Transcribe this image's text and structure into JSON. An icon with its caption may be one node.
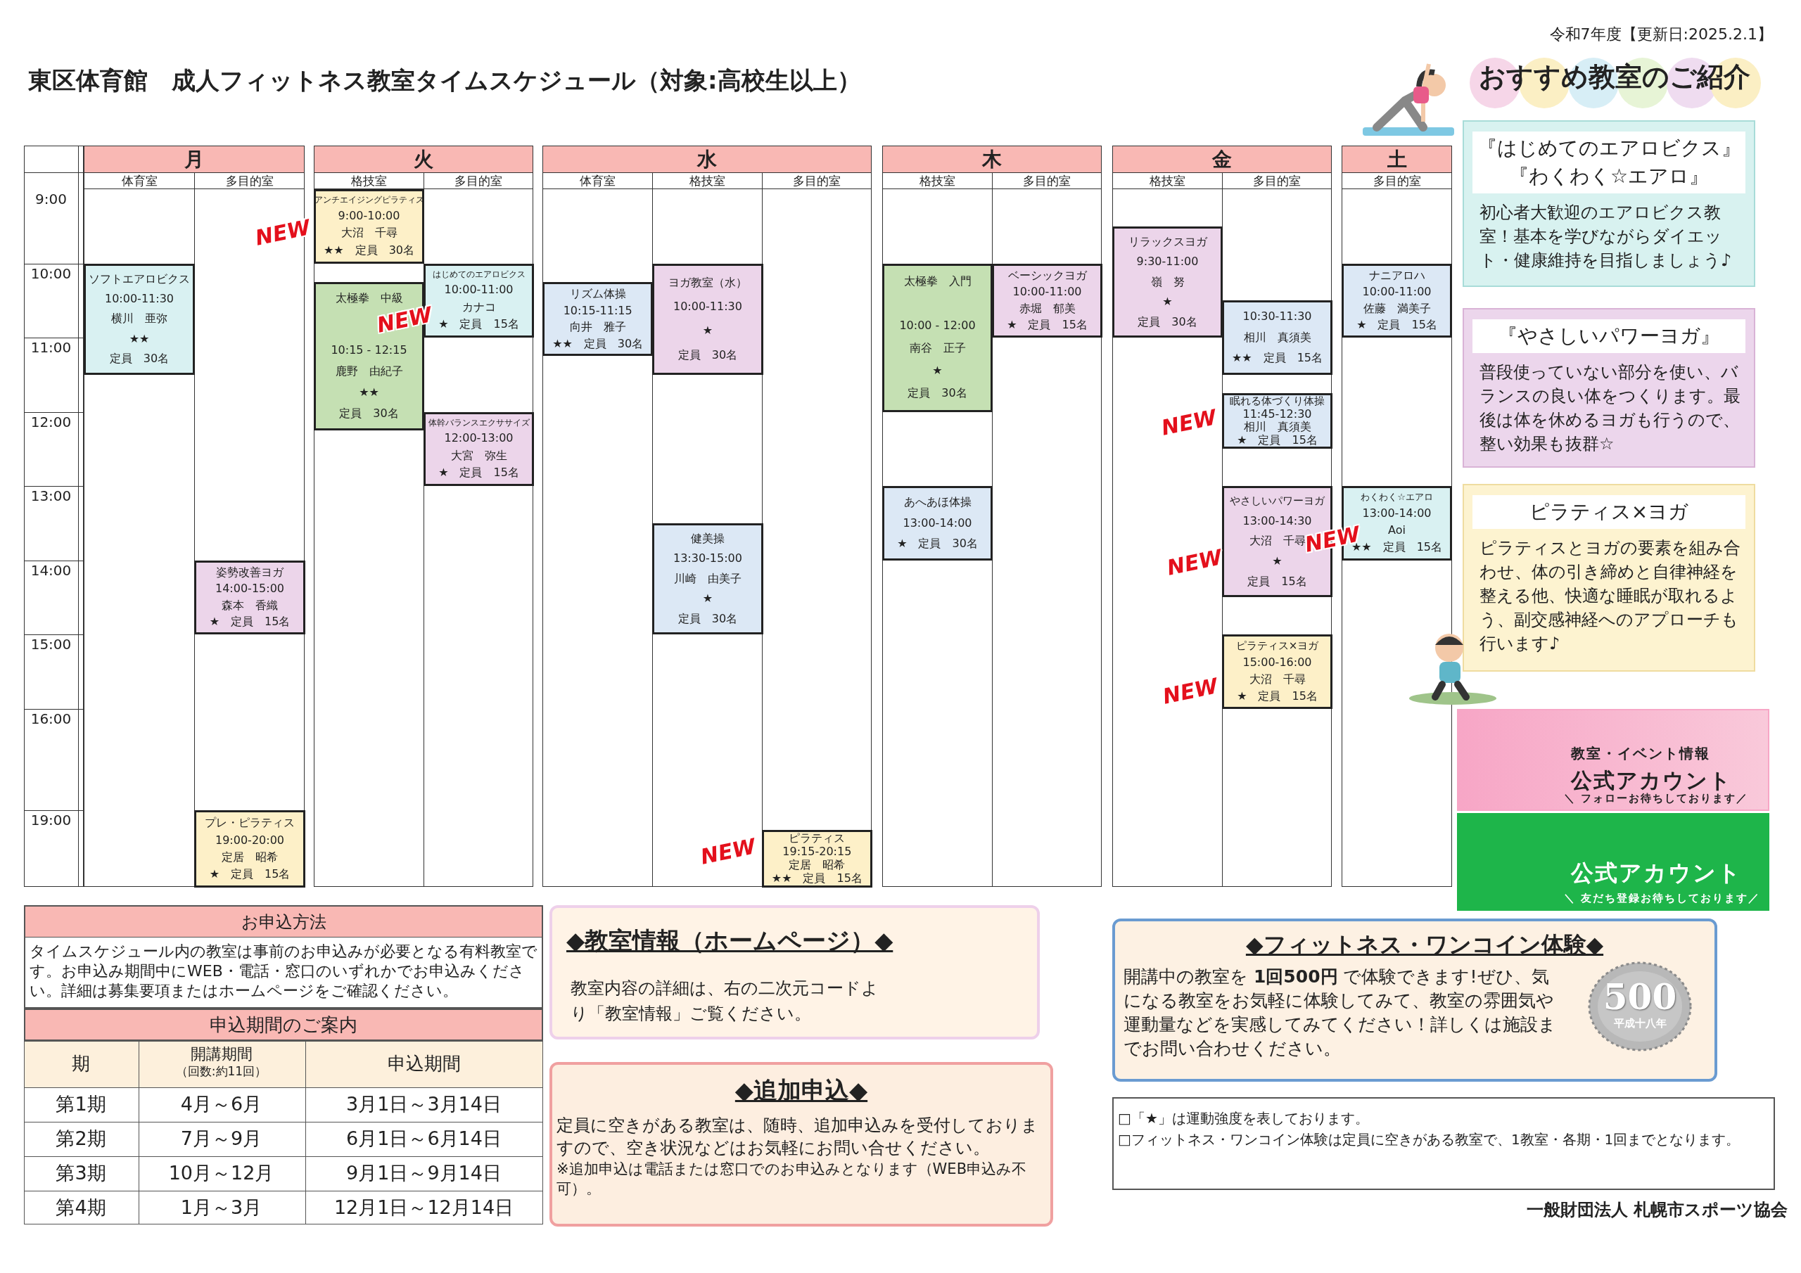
{
  "diagram": {
    "title": "東区体育館　成人フィットネス教室タイムスケジュール（対象:高校生以上）",
    "nodes": [
      {
        "text": [
          "月"
        ]
      },
      {
        "text": [
          "体育室"
        ],
        "in": 0
      },
      {
        "text": [
          "多目的室"
        ],
        "in": 0
      },
      {
        "text": [
          "ソフトエアロビクス",
          "10:00-11:30",
          "横川　亜弥",
          "★★",
          "定員　30名"
        ],
        "in": 1
      },
      {
        "text": [
          "姿勢改善ヨガ",
          "14:00-15:00",
          "森本　香織",
          "★　定員　15名"
        ],
        "in": 2
      },
      {
        "text": [
          "プレ・ピラティス",
          "19:00-20:00",
          "定居　昭希",
          "★　定員　15名"
        ],
        "in": 2
      },
      {
        "text": [
          "火"
        ]
      },
      {
        "text": [
          "格技室"
        ],
        "in": 6
      },
      {
        "text": [
          "多目的室"
        ],
        "in": 6
      },
      {
        "text": [
          "アンチエイジングピラティス",
          "9:00-10:00",
          "大沼　千尋",
          "★★　定員　30名"
        ],
        "in": 7,
        "beside": [
          "NEW"
        ]
      },
      {
        "text": [
          "太極拳　中級",
          "10:15 - 12:15",
          "鹿野　由紀子",
          "★★",
          "定員　30名"
        ],
        "in": 7
      },
      {
        "text": [
          "はじめてのエアロビクス",
          "10:00-11:00",
          "カナコ",
          "★　定員　15名"
        ],
        "in": 8,
        "beside": [
          "NEW"
        ]
      },
      {
        "text": [
          "体幹バランスエクササイズ",
          "12:00-13:00",
          "大宮　弥生",
          "★　定員　15名"
        ],
        "in": 8
      },
      {
        "text": [
          "水"
        ]
      },
      {
        "text": [
          "体育室"
        ],
        "in": 13
      },
      {
        "text": [
          "格技室"
        ],
        "in": 13
      },
      {
        "text": [
          "多目的室"
        ],
        "in": 13
      },
      {
        "text": [
          "リズム体操",
          "10:15-11:15",
          "向井　雅子",
          "★★　定員　30名"
        ],
        "in": 14
      },
      {
        "text": [
          "ヨガ教室（水）",
          "10:00-11:30",
          "★",
          "定員　30名"
        ],
        "in": 15
      },
      {
        "text": [
          "健美操",
          "13:30-15:00",
          "川崎　由美子",
          "★",
          "定員　30名"
        ],
        "in": 15
      },
      {
        "text": [
          "ピラティス",
          "19:15-20:15",
          "定居　昭希",
          "★★　定員　15名"
        ],
        "in": 16,
        "beside": [
          "NEW"
        ]
      },
      {
        "text": [
          "木"
        ]
      },
      {
        "text": [
          "格技室"
        ],
        "in": 21
      },
      {
        "text": [
          "多目的室"
        ],
        "in": 21
      },
      {
        "text": [
          "太極拳　入門",
          "10:00 - 12:00",
          "南谷　正子",
          "★",
          "定員　30名"
        ],
        "in": 22
      },
      {
        "text": [
          "あへあほ体操",
          "13:00-14:00",
          "★　定員　30名"
        ],
        "in": 22
      },
      {
        "text": [
          "ベーシックヨガ",
          "10:00-11:00",
          "赤堀　郁美",
          "★　定員　15名"
        ],
        "in": 23
      },
      {
        "text": [
          "金"
        ]
      },
      {
        "text": [
          "格技室"
        ],
        "in": 27
      },
      {
        "text": [
          "多目的室"
        ],
        "in": 27
      },
      {
        "text": [
          "リラックスヨガ",
          "9:30-11:00",
          "嶺　努",
          "★",
          "定員　30名"
        ],
        "in": 28
      },
      {
        "text": [
          "10:30-11:30",
          "相川　真須美",
          "★★　定員　15名"
        ],
        "in": 29
      },
      {
        "text": [
          "眠れる体づくり体操",
          "11:45-12:30",
          "相川　真須美",
          "★　定員　15名"
        ],
        "in": 29,
        "beside": [
          "NEW"
        ]
      },
      {
        "text": [
          "やさしいパワーヨガ",
          "13:00-14:30",
          "大沼　千尋",
          "★",
          "定員　15名"
        ],
        "in": 29,
        "beside": [
          "NEW"
        ]
      },
      {
        "text": [
          "ピラティス×ヨガ",
          "15:00-16:00",
          "大沼　千尋",
          "★　定員　15名"
        ],
        "in": 29,
        "beside": [
          "NEW"
        ]
      },
      {
        "text": [
          "土"
        ]
      },
      {
        "text": [
          "多目的室"
        ],
        "in": 35
      },
      {
        "text": [
          "ナニアロハ",
          "10:00-11:00",
          "佐藤　満美子",
          "★　定員　15名"
        ],
        "in": 36
      },
      {
        "text": [
          "わくわく☆エアロ",
          "13:00-14:00",
          "Aoi",
          "★★　定員　15名"
        ],
        "in": 36,
        "beside": [
          "NEW"
        ]
      },
      {
        "text": [
          "『はじめてのエアロビクス』",
          "『わくわく☆エアロ』",
          "初心者大歓迎のエアロビクス教室！基本を学びながらダイエット・健康維持を目指しましょう♪"
        ]
      },
      {
        "text": [
          "『やさしいパワーヨガ』",
          "普段使っていない部分を使い、バランスの良い体をつくります。最後は体を休めるヨガも行うので、整い効果も抜群☆"
        ]
      },
      {
        "text": [
          "ピラティス×ヨガ",
          "ピラティスとヨガの要素を組み合わせ、体の引き締めと自律神経を整える他、快適な睡眠が取れるよう、副交感神経へのアプローチも行います♪"
        ]
      },
      {
        "text": [
          "教室・イベント情報",
          "公式アカウント",
          "＼ フォローお待ちしております／"
        ]
      },
      {
        "text": [
          "公式アカウント",
          "＼ 友だち登録お待ちしております／"
        ]
      },
      {
        "text": [
          "お申込方法",
          "タイムスケジュール内の教室は事前のお申込みが必要となる有料教室です。お申込み期間中にWEB・電話・窓口のいずれかでお申込みください。詳細は募集要項またはホームページをご確認ください。"
        ]
      },
      {
        "text": [
          "申込期間のご案内"
        ]
      },
      {
        "text": [
          "◆教室情報（ホームページ）◆",
          "教室内容の詳細は、右の二次元コードより「教室情報」ご覧ください。"
        ]
      },
      {
        "text": [
          "◆追加申込◆",
          "定員に空きがある教室は、随時、追加申込みを受付しておりますので、空き状況などはお気軽にお問い合せください。",
          "※追加申込は電話または窓口でのお申込みとなります（WEB申込み不可）。"
        ]
      },
      {
        "text": [
          "◆フィットネス・ワンコイン体験◆",
          "開講中の教室を **1回500円** で体験できます!ぜひ、気になる教室をお気軽に体験してみて、教室の雰囲気や運動量などを実感してみてください！詳しくは施設までお問い合わせください。"
        ]
      },
      {
        "text": [
          "□「★」は運動強度を表しております。",
          "□フィットネス・ワンコイン体験は定員に空きがある教室で、1教室・各期・1回までとなります。"
        ]
      }
    ],
    "labels": [
      "令和7年度【更新日:2025.2.1】",
      "おすすめ教室のご紹介",
      "9:00",
      "10:00",
      "11:00",
      "12:00",
      "13:00",
      "14:00",
      "15:00",
      "16:00",
      "19:00",
      "期",
      "開講期間",
      "（回数:約11回）",
      "申込期間",
      "第1期",
      "4月～6月",
      "3月1日～3月14日",
      "第2期",
      "7月～9月",
      "6月1日～6月14日",
      "第3期",
      "10月～12月",
      "9月1日～9月14日",
      "第4期",
      "1月～3月",
      "12月1日～12月14日",
      "500",
      "平成十八年",
      "一般財団法人 札幌市スポーツ協会"
    ]
  }
}
